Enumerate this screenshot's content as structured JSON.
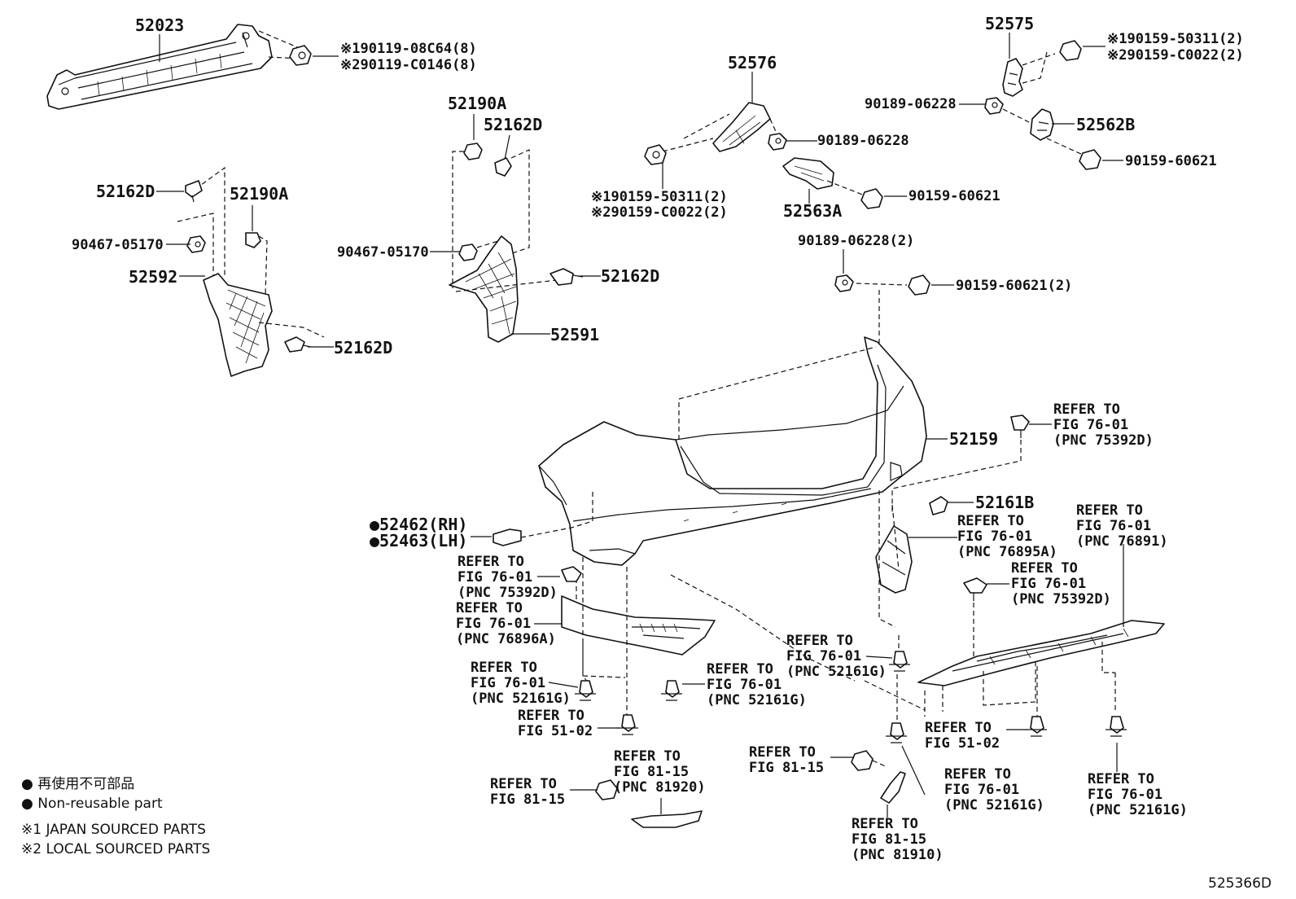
{
  "labels": {
    "p52023": "52023",
    "bolt_a1": "※190119-08C64(8)",
    "bolt_a2": "※290119-C0146(8)",
    "p52190a_1": "52190A",
    "p52162d_1": "52162D",
    "p52162d_2": "52162D",
    "p52190a_2": "52190A",
    "p90467_1": "90467-05170",
    "p52592": "52592",
    "p52162d_3": "52162D",
    "p90467_2": "90467-05170",
    "p52162d_4": "52162D",
    "p52591": "52591",
    "p52576": "52576",
    "p90189_1": "90189-06228",
    "bolt_b1": "※190159-50311(2)",
    "bolt_b2": "※290159-C0022(2)",
    "p52563a": "52563A",
    "p90159_1": "90159-60621",
    "p52575": "52575",
    "bolt_c1": "※190159-50311(2)",
    "bolt_c2": "※290159-C0022(2)",
    "p90189_2": "90189-06228",
    "p52562b": "52562B",
    "p90159_2": "90159-60621",
    "p90189_3": "90189-06228(2)",
    "p90159_3": "90159-60621(2)",
    "p52159": "52159",
    "ref_tr_1": "REFER TO",
    "ref_tr_2": "FIG 76-01",
    "ref_tr_3": "(PNC 75392D)",
    "p52161b": "52161B",
    "ref_r1_1": "REFER TO",
    "ref_r1_2": "FIG 76-01",
    "ref_r1_3": "(PNC 76895A)",
    "ref_r2_1": "REFER TO",
    "ref_r2_2": "FIG 76-01",
    "ref_r2_3": "(PNC 76891)",
    "ref_r3_1": "REFER TO",
    "ref_r3_2": "FIG 76-01",
    "ref_r3_3": "(PNC 75392D)",
    "p52462": "●52462(RH)",
    "p52463": "●52463(LH)",
    "ref_l1_1": "REFER TO",
    "ref_l1_2": "FIG 76-01",
    "ref_l1_3": "(PNC 75392D)",
    "ref_l2_1": "REFER TO",
    "ref_l2_2": "FIG 76-01",
    "ref_l2_3": "(PNC 76896A)",
    "ref_c1_1": "REFER TO",
    "ref_c1_2": "FIG 76-01",
    "ref_c1_3": "(PNC 52161G)",
    "ref_c2_1": "REFER TO",
    "ref_c2_2": "FIG 76-01",
    "ref_c2_3": "(PNC 52161G)",
    "ref_c3_1": "REFER TO",
    "ref_c3_2": "FIG 76-01",
    "ref_c3_3": "(PNC 52161G)",
    "ref_f51a_1": "REFER TO",
    "ref_f51a_2": "FIG 51-02",
    "ref_f51b_1": "REFER TO",
    "ref_f51b_2": "FIG 51-02",
    "ref_f81a_1": "REFER TO",
    "ref_f81a_2": "FIG 81-15",
    "ref_f81a_3": "(PNC 81920)",
    "ref_f81b_1": "REFER TO",
    "ref_f81b_2": "FIG 81-15",
    "ref_f81c_1": "REFER TO",
    "ref_f81c_2": "FIG 81-15",
    "ref_f81d_1": "REFER TO",
    "ref_f81d_2": "FIG 81-15",
    "ref_f81d_3": "(PNC 81910)",
    "ref_b1_1": "REFER TO",
    "ref_b1_2": "FIG 76-01",
    "ref_b1_3": "(PNC 52161G)",
    "ref_b2_1": "REFER TO",
    "ref_b2_2": "FIG 76-01",
    "ref_b2_3": "(PNC 52161G)"
  },
  "legend": {
    "line1": "● 再使用不可部品",
    "line2": "● Non-reusable part",
    "line3": "※1 JAPAN SOURCED PARTS",
    "line4": "※2 LOCAL SOURCED PARTS"
  },
  "diagram_code": "525366D"
}
